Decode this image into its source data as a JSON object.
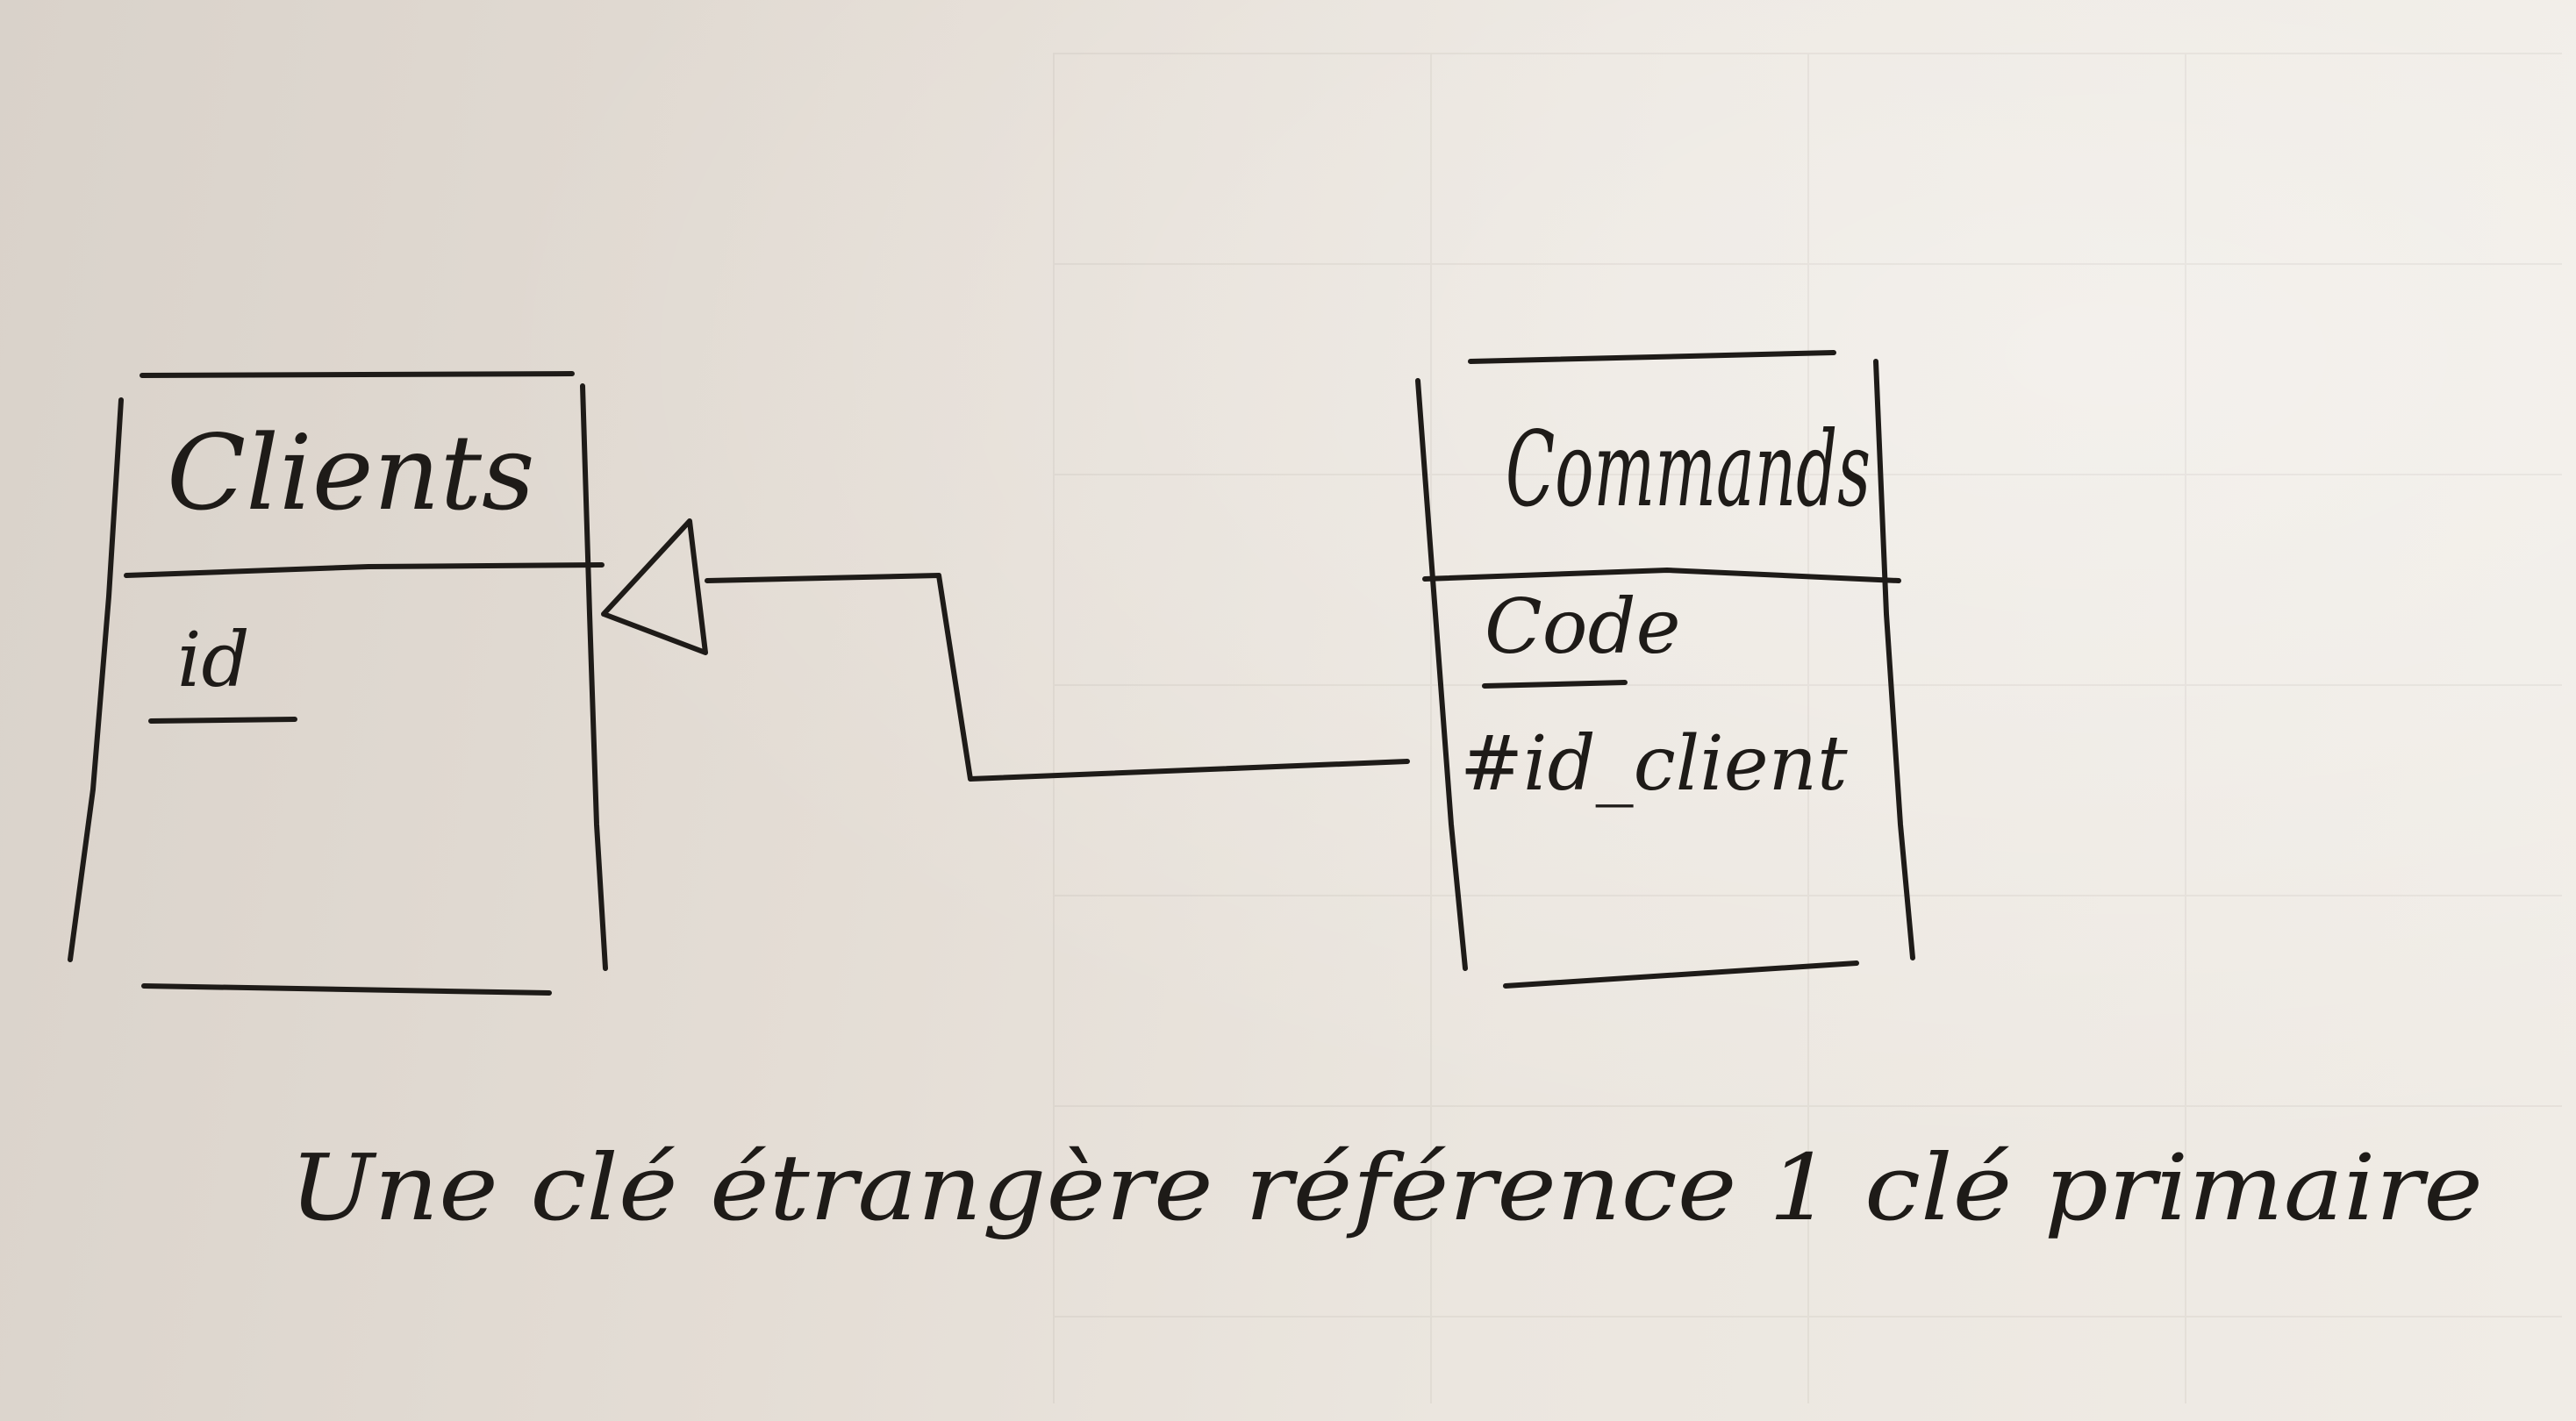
{
  "diagram": {
    "entities": [
      {
        "name": "Clients",
        "attributes": [
          "id"
        ]
      },
      {
        "name": "Commands",
        "attributes": [
          "Code",
          "#id_client"
        ]
      }
    ],
    "caption": "Une clé étrangère référence 1 clé primaire"
  }
}
